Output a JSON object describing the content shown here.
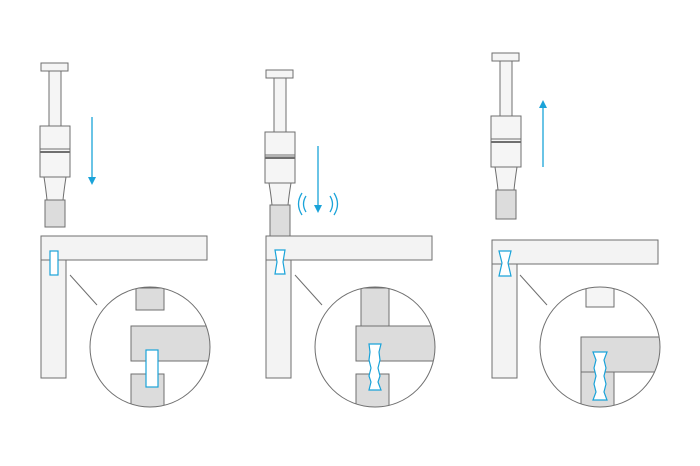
{
  "diagram": {
    "steps": [
      {
        "id": "press-down",
        "motion": "down",
        "vibration": false
      },
      {
        "id": "ultrasonic-weld",
        "motion": "down",
        "vibration": true
      },
      {
        "id": "retract",
        "motion": "up",
        "vibration": false
      }
    ],
    "colors": {
      "stroke": "#6f6f6f",
      "fill_light": "#f3f3f3",
      "fill_mid": "#dcdcdc",
      "fill_dark": "#cfcfcf",
      "accent": "#1aa3d9",
      "background": "#ffffff"
    },
    "icons": [
      "down-arrow-icon",
      "vibration-waves-icon",
      "up-arrow-icon",
      "magnifier-circle"
    ]
  }
}
